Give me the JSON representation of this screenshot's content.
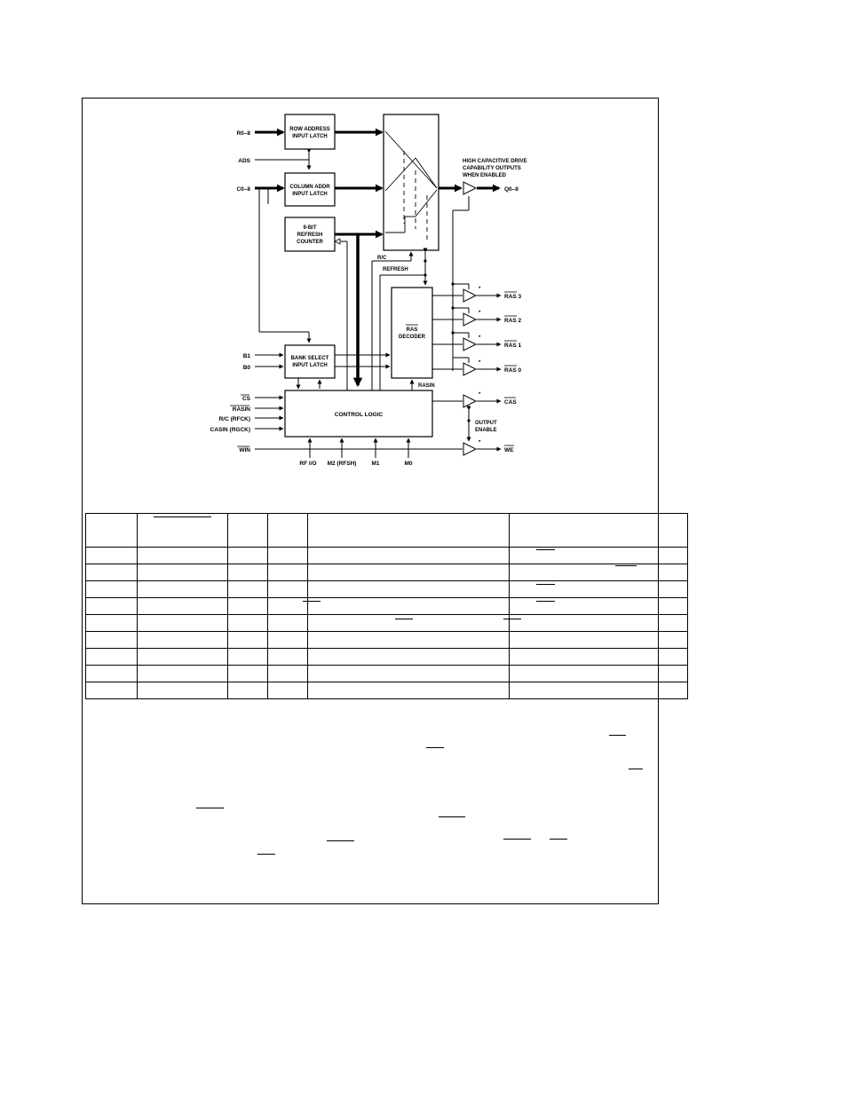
{
  "diagram": {
    "inputs": {
      "r": "R0–8",
      "ads": "ADS",
      "c": "C0–8",
      "b1": "B1",
      "b0": "B0",
      "cs": "CS",
      "rasin": "RASIN",
      "rc": "R/C (RFCK)",
      "casin": "CASIN (RGCK)",
      "win": "WIN"
    },
    "blocks": {
      "row_latch": [
        "ROW ADDRESS",
        "INPUT LATCH"
      ],
      "col_latch": [
        "COLUMN ADDR",
        "INPUT LATCH"
      ],
      "refresh_counter": [
        "9-BIT",
        "REFRESH",
        "COUNTER"
      ],
      "bank_select": [
        "BANK SELECT",
        "INPUT LATCH"
      ],
      "ras_decoder": [
        "RAS",
        "DECODER"
      ],
      "control_logic": "CONTROL LOGIC"
    },
    "signals": {
      "rc": "R/C",
      "refresh": "REFRESH",
      "rasin_internal": "RASIN",
      "drive_note": [
        "HIGH CAPACITIVE DRIVE",
        "CAPABILITY OUTPUTS",
        "WHEN ENABLED"
      ],
      "output_enable": [
        "OUTPUT",
        "ENABLE"
      ],
      "asterisk": "*"
    },
    "outputs": {
      "q": "Q0–8",
      "ras3": "RAS 3",
      "ras2": "RAS 2",
      "ras1": "RAS 1",
      "ras0": "RAS 0",
      "cas": "CAS",
      "we": "WE"
    },
    "mode_inputs": {
      "rfio": "RF I/O",
      "m2": "M2 (RFSH)",
      "m1": "M1",
      "m0": "M0"
    }
  }
}
